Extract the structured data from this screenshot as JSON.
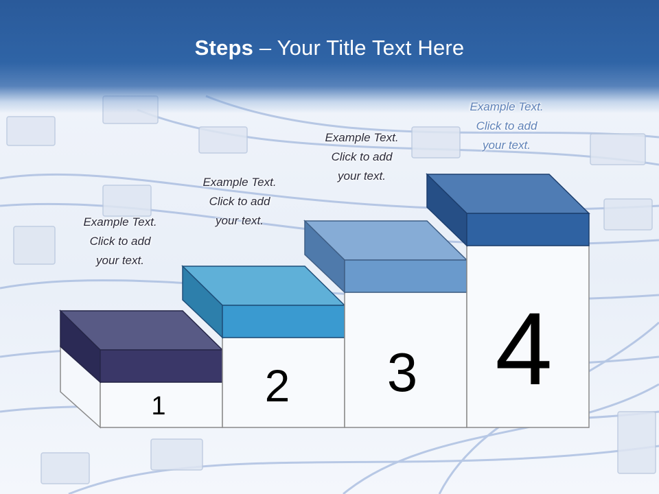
{
  "title": {
    "bold": "Steps",
    "rest": " – Your Title Text Here"
  },
  "steps": [
    {
      "number": "1",
      "lines": [
        "Example Text.",
        "Click  to add",
        "your text."
      ],
      "color": "#3a3768"
    },
    {
      "number": "2",
      "lines": [
        "Example Text.",
        "Click  to add",
        "your text."
      ],
      "color": "#3a9ad0"
    },
    {
      "number": "3",
      "lines": [
        "Example Text.",
        "Click  to add",
        "your text."
      ],
      "color": "#6a9acc"
    },
    {
      "number": "4",
      "lines": [
        "Example Text.",
        "Click  to add",
        "your text."
      ],
      "color": "#2f62a2"
    }
  ],
  "colors": {
    "header": "#2f64a6",
    "title_text": "#ffffff",
    "faded_label": "#5f82b8"
  }
}
